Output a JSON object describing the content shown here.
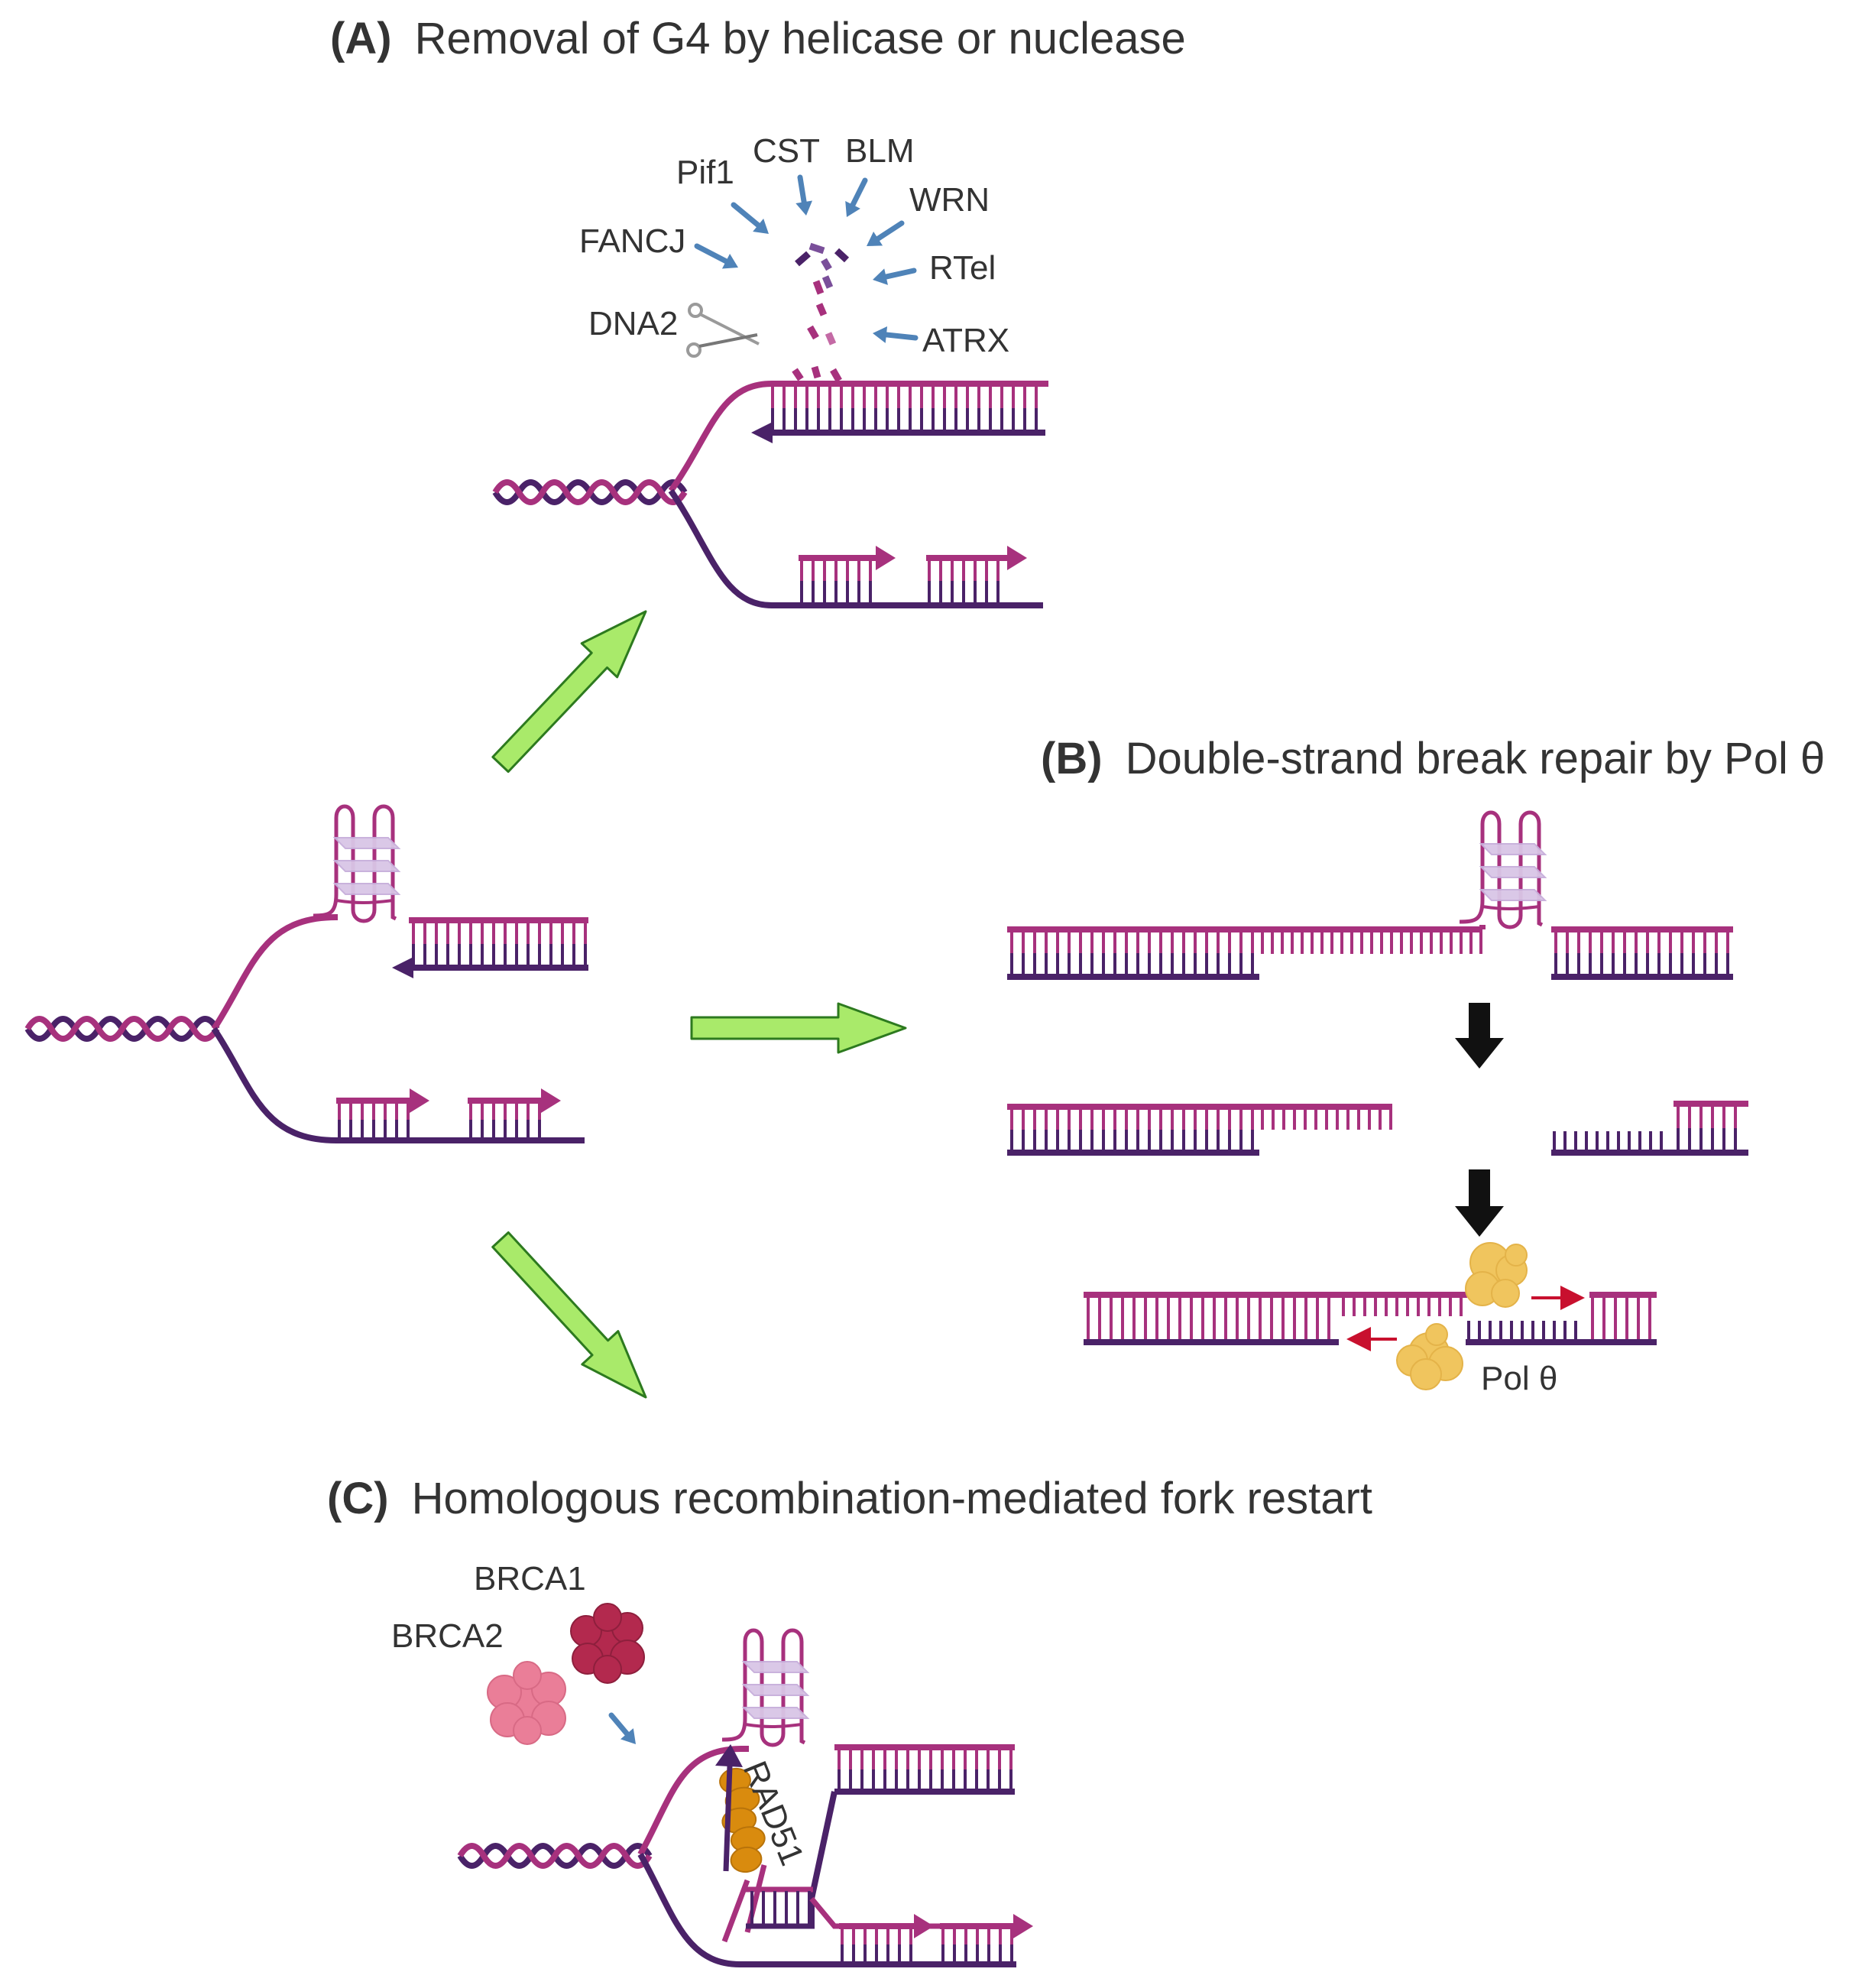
{
  "colors": {
    "lagging_strand": "#a7317d",
    "leading_strand": "#4a2268",
    "g4_fill": "#d9c6e6",
    "g4_stroke": "#a7317d",
    "helper_arrow": "#4f83b8",
    "pathway_arrow_fill": "#a9ea6a",
    "pathway_arrow_stroke": "#2d7a1f",
    "pol_theta": "#f0c55e",
    "brca1": "#b3294e",
    "brca2": "#ea7e98",
    "rad51": "#d98b0e",
    "polymerase_direction": "#c8102e",
    "step_arrow": "#111111",
    "text": "#333333"
  },
  "panels": {
    "a": {
      "letter": "(A)",
      "title": "Removal of G4 by helicase or nuclease",
      "proteins": [
        "CST",
        "BLM",
        "Pif1",
        "WRN",
        "FANCJ",
        "RTel",
        "DNA2",
        "ATRX"
      ]
    },
    "b": {
      "letter": "(B)",
      "title": "Double-strand break repair by Pol θ",
      "enzyme": "Pol θ"
    },
    "c": {
      "letter": "(C)",
      "title": "Homologous recombination-mediated fork restart",
      "proteins": [
        "BRCA1",
        "BRCA2",
        "RAD51"
      ]
    }
  },
  "icons": [
    "scissors-icon",
    "g-quadruplex-icon",
    "replication-fork-icon",
    "pol-theta-icon",
    "brca1-icon",
    "brca2-icon",
    "rad51-icon"
  ]
}
